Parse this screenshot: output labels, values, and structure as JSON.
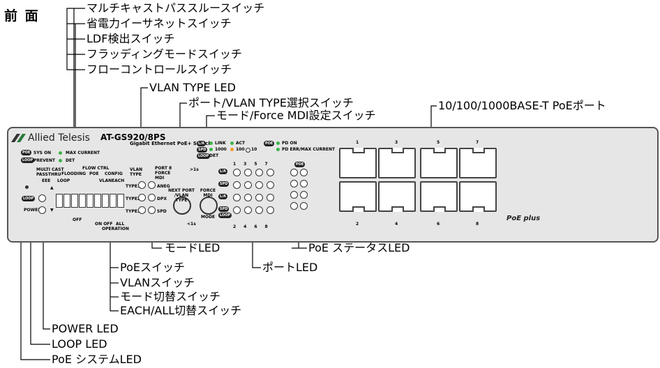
{
  "title": "前 面",
  "device": {
    "brand": "Allied Telesis",
    "model": "AT-GS920/8PS",
    "subtitle": "Gigabit Ethernet PoE+ Switch",
    "poe_plus": "PoE plus",
    "port_numbers_top": [
      "1",
      "3",
      "5",
      "7"
    ],
    "port_numbers_bottom": [
      "2",
      "4",
      "6",
      "8"
    ]
  },
  "callouts": {
    "multicast": "マルチキャストパススルースイッチ",
    "eee": "省電力イーサネットスイッチ",
    "ldf": "LDF検出スイッチ",
    "flooding": "フラッディングモードスイッチ",
    "flowctrl": "フローコントロールスイッチ",
    "vlan_type_led": "VLAN  TYPE LED",
    "port_vlan_select": "ポート/VLAN TYPE選択スイッチ",
    "mode_force_mdi": "モード/Force MDI設定スイッチ",
    "poe_ports": "10/100/1000BASE-T PoEポート",
    "mode_led": "モードLED",
    "poe_status_led": "PoE ステータスLED",
    "port_led": "ポートLED",
    "poe_switch": "PoEスイッチ",
    "vlan_switch": "VLANスイッチ",
    "mode_switch": "モード切替スイッチ",
    "each_all_switch": "EACH/ALL切替スイッチ",
    "power_led": "POWER LED",
    "loop_led": "LOOP LED",
    "poe_system_led": "PoE システムLED"
  },
  "panel_text": {
    "sys_on": "SYS ON",
    "prevent": "PREVENT",
    "max_current": "MAX CURRENT",
    "det": "DET",
    "multicast_passthru": "MULTI CAST PASSTHRU",
    "eee": "EEE",
    "loop": "LOOP",
    "flow_ctrl": "FLOW CTRL",
    "flooding": "FLOODING",
    "poe": "POE",
    "config": "CONFIG",
    "vlan": "VLAN",
    "each": "EACH",
    "off": "OFF",
    "on_off": "ON OFF",
    "all": "ALL",
    "operation": "OPERATION",
    "power": "POWER",
    "vlan_type": "VLAN TYPE",
    "port8_force_mdi": "PORT 8 FORCE MDI",
    "aneg": "ANEG",
    "dpx": "DPX",
    "spd": "SPD",
    "type1": "TYPE1",
    "type2": "TYPE2",
    "type3": "TYPE3",
    "next_port": "NEXT PORT /VLAN TYPE",
    "force_mdi": "FORCE MDI",
    "mode": "MODE",
    "gt1s": ">1s",
    "lt1s": "<1s",
    "link": "LINK",
    "act": "ACT",
    "l1000": "1000",
    "l100": "100",
    "l10": "10",
    "detl": "DET",
    "pd_on": "PD ON",
    "pd_err": "PD ERR/MAX CURRENT",
    "la": "L/A",
    "spd_pill": "SPD",
    "loop_pill": "LOOP",
    "poe_pill": "POE"
  },
  "colors": {
    "led_green": "#3cb34a",
    "led_orange": "#f39a1e",
    "poe_plus_yellow": "#f5c400"
  }
}
